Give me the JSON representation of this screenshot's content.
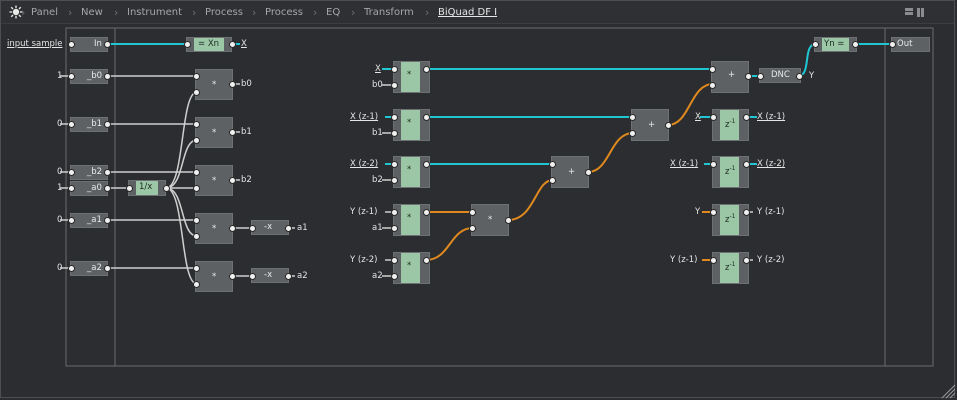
{
  "breadcrumbs": [
    "Panel",
    "New",
    "Instrument",
    "Process",
    "Process",
    "EQ",
    "Transform",
    "BiQuad DF I"
  ],
  "colors": {
    "wire_blue": "#22c5d2",
    "wire_orange": "#e0891e",
    "wire_white": "#cfcfcf",
    "module": "#5e6164",
    "green": "#9bc7a6"
  },
  "left": {
    "input_label": "input sample",
    "in_box": "In",
    "xn_box": "= Xn",
    "xn_out": "X",
    "const_inputs": [
      "1",
      "0",
      "0",
      "1",
      "0",
      "0"
    ],
    "coef_boxes": [
      "_b0",
      "_b1",
      "_b2",
      "_a0",
      "_a1",
      "_a2"
    ],
    "recip": "1/x",
    "mult": "*",
    "neg": "-x",
    "outputs": [
      "b0",
      "b1",
      "b2",
      "a1",
      "a2"
    ]
  },
  "middle": {
    "row_labels_top": [
      "X",
      "X (z-1)",
      "X (z-2)",
      "Y (z-1)",
      "Y (z-2)"
    ],
    "row_labels_bottom": [
      "b0",
      "b1",
      "b2",
      "a1",
      "a2"
    ],
    "mult": "*",
    "add": "+",
    "dnc": "DNC",
    "dnc_out": "Y"
  },
  "delays": {
    "rows": [
      {
        "in": "X",
        "out": "X (z-1)"
      },
      {
        "in": "X (z-1)",
        "out": "X (z-2)"
      },
      {
        "in": "Y",
        "out": "Y (z-1)"
      },
      {
        "in": "Y (z-1)",
        "out": "Y (z-2)"
      }
    ],
    "symbol": "z",
    "sup": "-1"
  },
  "right": {
    "yn_box": "Yn =",
    "out_box": "Out"
  }
}
